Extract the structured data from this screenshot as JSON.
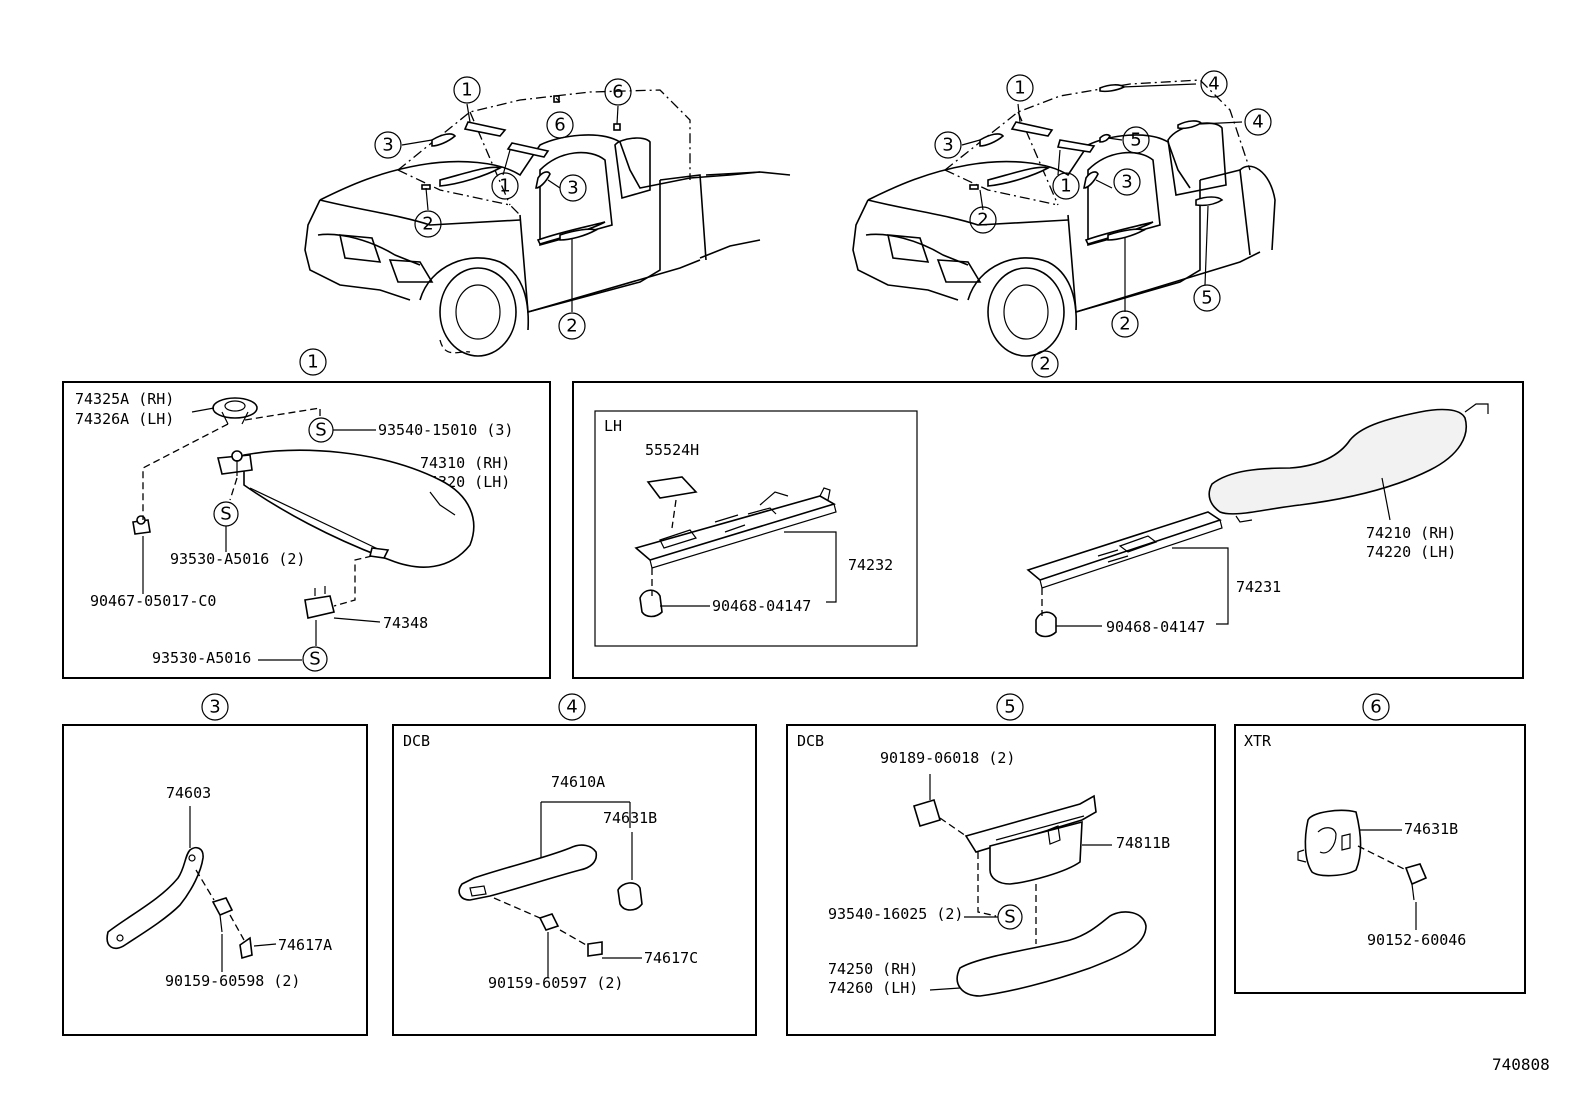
{
  "figure_code": "740808",
  "callout_numbers": [
    "1",
    "2",
    "3",
    "4",
    "5",
    "6"
  ],
  "panels": {
    "p1": {
      "key": "1",
      "labels": {
        "a": "74325A (RH)",
        "b": "74326A (LH)",
        "c": "93540-15010 (3)",
        "d": "74310 (RH)",
        "e": "74320 (LH)",
        "f": "93530-A5016 (2)",
        "g": "90467-05017-C0",
        "h": "74348",
        "i": "93530-A5016"
      },
      "s_symbol": "S"
    },
    "p2": {
      "key": "2",
      "sub_label": "LH",
      "labels": {
        "a": "55524H",
        "b": "74232",
        "c": "90468-04147",
        "d": "74210 (RH)",
        "e": "74220 (LH)",
        "f": "74231",
        "g": "90468-04147"
      }
    },
    "p3": {
      "key": "3",
      "labels": {
        "a": "74603",
        "b": "74617A",
        "c": "90159-60598 (2)"
      }
    },
    "p4": {
      "key": "4",
      "sub_label": "DCB",
      "labels": {
        "a": "74610A",
        "b": "74631B",
        "c": "74617C",
        "d": "90159-60597 (2)"
      }
    },
    "p5": {
      "key": "5",
      "sub_label": "DCB",
      "labels": {
        "a": "90189-06018 (2)",
        "b": "74811B",
        "c": "93540-16025 (2)",
        "d": "74250 (RH)",
        "e": "74260 (LH)"
      },
      "s_symbol": "S"
    },
    "p6": {
      "key": "6",
      "sub_label": "XTR",
      "labels": {
        "a": "74631B",
        "b": "90152-60046"
      }
    }
  }
}
